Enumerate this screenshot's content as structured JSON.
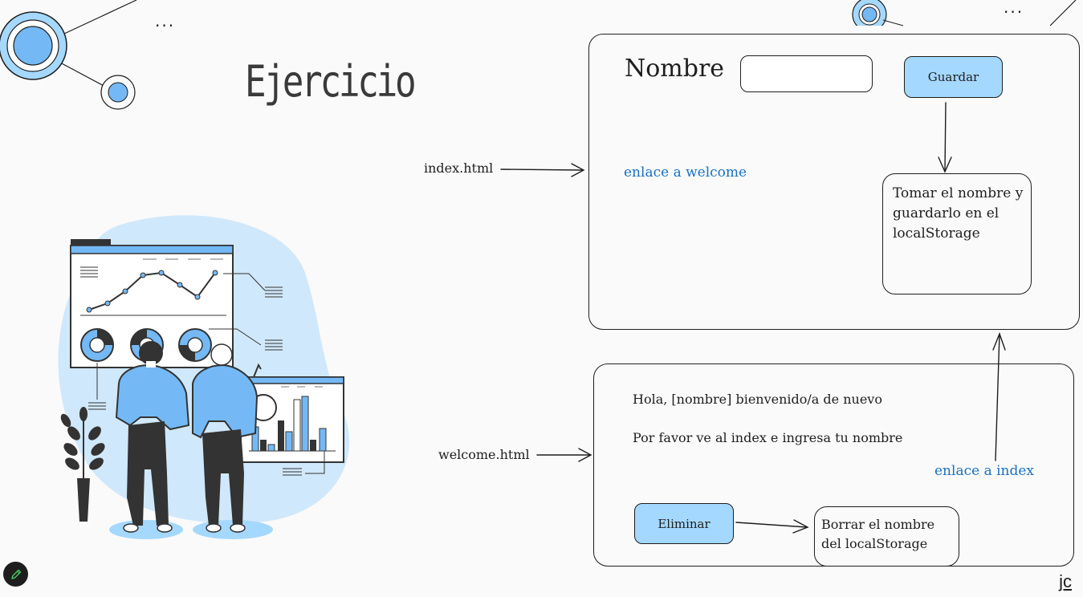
{
  "slide": {
    "title": "Ejercicio",
    "author": "jc",
    "top_dots_left": "...",
    "top_dots_right": "...",
    "edit_icon": "pencil-icon"
  },
  "diagram": {
    "index_label": "index.html",
    "welcome_label": "welcome.html",
    "index_box": {
      "name_label": "Nombre",
      "save_button": "Guardar",
      "link_welcome": "enlace a welcome",
      "save_note": "Tomar el nombre y guardarlo en el localStorage"
    },
    "welcome_box": {
      "greeting": "Hola, [nombre] bienvenido/a de nuevo",
      "prompt": "Por favor ve al index e ingresa tu nombre",
      "link_index": "enlace a index",
      "delete_button": "Eliminar",
      "delete_note": "Borrar el nombre del localStorage"
    }
  },
  "colors": {
    "accent_blue": "#a5d8ff",
    "link_blue": "#1971c2",
    "stroke": "#1e1e1e"
  }
}
